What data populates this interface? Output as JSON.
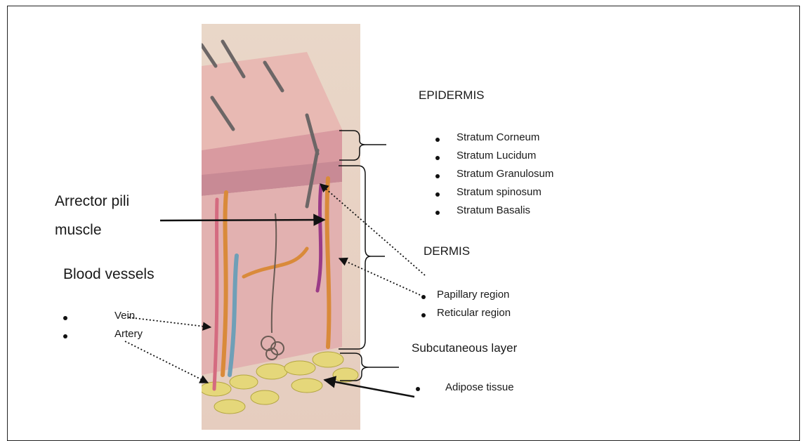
{
  "arrector": {
    "line1": "Arrector pili",
    "line2": "muscle"
  },
  "blood_vessels": {
    "title": "Blood vessels",
    "items": [
      "Vein",
      "Artery"
    ]
  },
  "epidermis": {
    "title": "EPIDERMIS",
    "layers": [
      "Stratum Corneum",
      "Stratum Lucidum",
      "Stratum Granulosum",
      "Stratum spinosum",
      "Stratum Basalis"
    ]
  },
  "dermis": {
    "title": "DERMIS",
    "regions": [
      "Papillary region",
      "Reticular region"
    ]
  },
  "subcutaneous": {
    "title": "Subcutaneous layer",
    "items": [
      "Adipose tissue"
    ]
  }
}
